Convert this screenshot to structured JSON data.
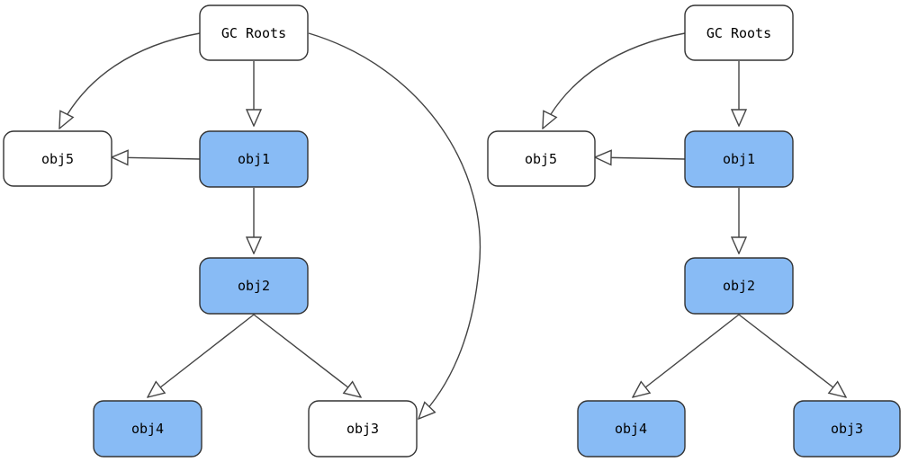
{
  "colors": {
    "highlight_fill": "#88bbf5",
    "plain_fill": "#ffffff",
    "stroke": "#333333",
    "edge": "#444444"
  },
  "left_graph": {
    "nodes": [
      {
        "id": "gc",
        "label": "GC Roots",
        "highlight": false
      },
      {
        "id": "obj5",
        "label": "obj5",
        "highlight": false
      },
      {
        "id": "obj1",
        "label": "obj1",
        "highlight": true
      },
      {
        "id": "obj2",
        "label": "obj2",
        "highlight": true
      },
      {
        "id": "obj4",
        "label": "obj4",
        "highlight": true
      },
      {
        "id": "obj3",
        "label": "obj3",
        "highlight": false
      }
    ],
    "edges": [
      [
        "gc",
        "obj5"
      ],
      [
        "gc",
        "obj1"
      ],
      [
        "gc",
        "obj3"
      ],
      [
        "obj1",
        "obj5"
      ],
      [
        "obj1",
        "obj2"
      ],
      [
        "obj2",
        "obj4"
      ],
      [
        "obj2",
        "obj3"
      ]
    ]
  },
  "right_graph": {
    "nodes": [
      {
        "id": "gc",
        "label": "GC Roots",
        "highlight": false
      },
      {
        "id": "obj5",
        "label": "obj5",
        "highlight": false
      },
      {
        "id": "obj1",
        "label": "obj1",
        "highlight": true
      },
      {
        "id": "obj2",
        "label": "obj2",
        "highlight": true
      },
      {
        "id": "obj4",
        "label": "obj4",
        "highlight": true
      },
      {
        "id": "obj3",
        "label": "obj3",
        "highlight": true
      }
    ],
    "edges": [
      [
        "gc",
        "obj5"
      ],
      [
        "gc",
        "obj1"
      ],
      [
        "obj1",
        "obj5"
      ],
      [
        "obj1",
        "obj2"
      ],
      [
        "obj2",
        "obj4"
      ],
      [
        "obj2",
        "obj3"
      ]
    ]
  }
}
